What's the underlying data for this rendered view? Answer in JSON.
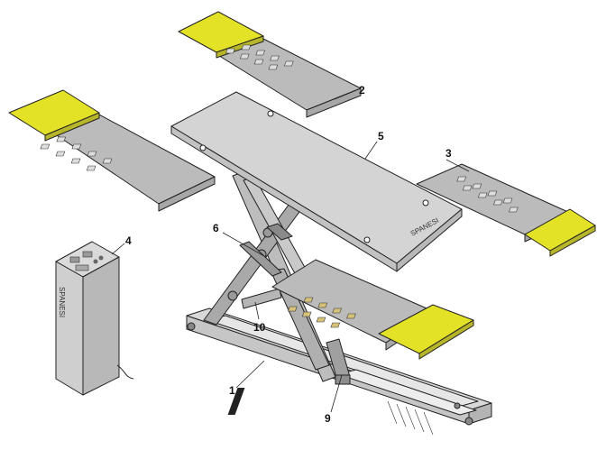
{
  "diagram": {
    "callouts": [
      "1",
      "2",
      "3",
      "4",
      "5",
      "6",
      "9",
      "10"
    ],
    "control_console_label": "SPANESI",
    "platform_brand": "SPANESI",
    "colors": {
      "pad_yellow": "#e4e227",
      "platform_grey": "#d2d2d2",
      "arm_grey": "#b9b9b9",
      "base_grey": "#c8c8c8",
      "console_grey": "#cfcfcf",
      "line": "#222222"
    }
  }
}
